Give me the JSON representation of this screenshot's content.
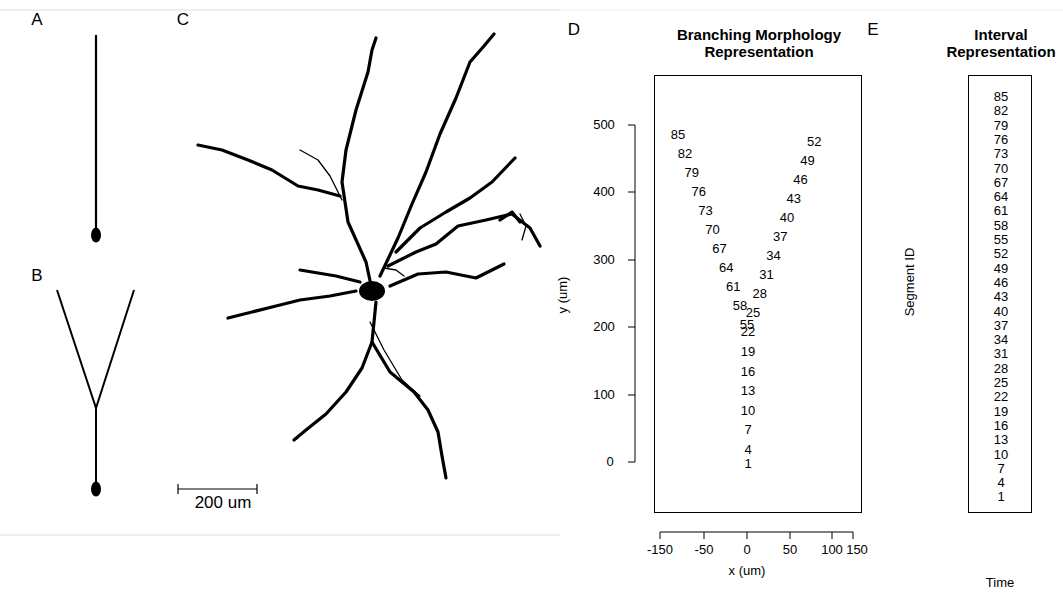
{
  "diagram": {
    "nodes": [
      {
        "text": [
          "Branching Morphology Representation",
          "1",
          "4",
          "7",
          "10",
          "13",
          "16",
          "19",
          "22",
          "25",
          "28",
          "31",
          "34",
          "37",
          "40",
          "43",
          "46",
          "49",
          "52",
          "55",
          "58",
          "61",
          "64",
          "67",
          "70",
          "73",
          "76",
          "79",
          "82",
          "85"
        ]
      },
      {
        "text": [
          "Interval Representation",
          "85",
          "82",
          "79",
          "76",
          "73",
          "70",
          "67",
          "64",
          "61",
          "58",
          "55",
          "52",
          "49",
          "46",
          "43",
          "40",
          "37",
          "34",
          "31",
          "28",
          "25",
          "22",
          "19",
          "16",
          "13",
          "10",
          "7",
          "4",
          "1"
        ]
      }
    ],
    "labels": [
      "A",
      "B",
      "C",
      "200 um",
      "D",
      "E",
      "y (um)",
      "500",
      "400",
      "300",
      "200",
      "100",
      "0",
      "x (um)",
      "-150",
      "-50",
      "0",
      "50",
      "100",
      "150",
      "Segment ID",
      "Time"
    ]
  }
}
